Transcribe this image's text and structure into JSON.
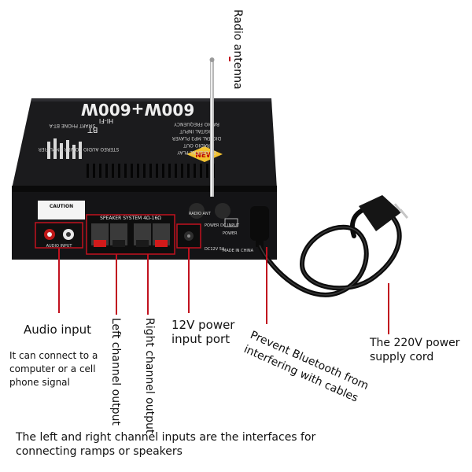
{
  "device": {
    "model_text": "600W+600W",
    "brand_text": "BT",
    "smart_phone_text": "SMART PHONE BT-A",
    "hifi_text": "HI-FI",
    "subtitle_text": "STEREO AUDIO POWER AMPLIFIER",
    "features": [
      "RADIO FREQUENCY",
      "DIGITAL INPUT",
      "DIGITAL MP3 PLAYER",
      "RADIO OUT",
      "BT DIGITAL PLAY"
    ],
    "new_badge": "NEW",
    "caution_text": "CAUTION",
    "speaker_system_text": "SPEAKER SYSTEM 4Ω-16Ω",
    "audio_in_text": "AUDIO INPUT",
    "radio_ant_text": "RADIO ANT",
    "power_dc_text": "POWER DC INPUT",
    "power_text": "POWER",
    "made_in_text": "MADE IN CHINA",
    "dc_text": "DC12V 5A"
  },
  "annotations": {
    "radio_antenna": "Radio antenna",
    "audio_input": "Audio input",
    "audio_input_note": [
      "It can connect to a",
      "computer or a cell",
      "phone signal"
    ],
    "left_channel_output": "Left channel output",
    "right_channel_output": "Right channel output",
    "power_port": [
      "12V power",
      "input port"
    ],
    "bluetooth_note": [
      "Prevent Bluetooth from",
      "interfering with cables"
    ],
    "supply_cord": [
      "The 220V power",
      "supply cord"
    ],
    "bottom_note": [
      "The left and right channel inputs are the interfaces for",
      "connecting ramps or speakers"
    ]
  },
  "colors": {
    "annotation_line": "#c1121f",
    "chassis": "#1b1b1d",
    "panel_text": "#e8e8e8",
    "speaker_red": "#d11a1a"
  }
}
